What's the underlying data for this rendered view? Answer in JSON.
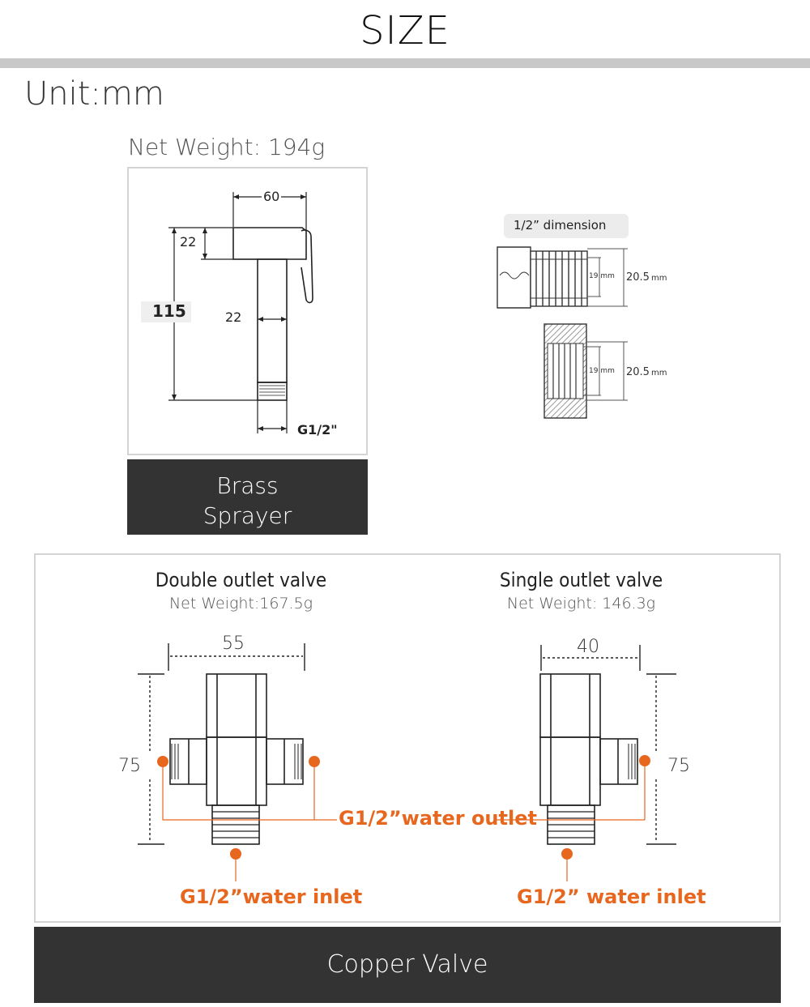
{
  "header": {
    "title": "SIZE",
    "unit": "Unit:mm"
  },
  "sprayer": {
    "net_weight": "Net Weight: 194g",
    "dims": {
      "width": "60",
      "head_height": "22",
      "total_height": "115",
      "stem_width": "22",
      "thread": "G1/2\""
    },
    "label_line1": "Brass",
    "label_line2": "Sprayer"
  },
  "thread_dimension": {
    "title": "1/2”  dimension",
    "inner": "19 mm",
    "outer_value": "20.5",
    "outer_unit": "mm"
  },
  "double_valve": {
    "title": "Double outlet valve",
    "net_weight": "Net Weight:167.5g",
    "width": "55",
    "height": "75",
    "inlet_label": "G1/2”water inlet"
  },
  "single_valve": {
    "title": "Single outlet valve",
    "net_weight": "Net Weight: 146.3g",
    "width": "40",
    "height": "75",
    "inlet_label": "G1/2” water inlet"
  },
  "outlet_label": "G1/2”water outlet",
  "footer_label": "Copper Valve",
  "colors": {
    "accent_orange": "#e8671e",
    "dark_panel": "#333333",
    "rule_gray": "#c8c8c8"
  }
}
